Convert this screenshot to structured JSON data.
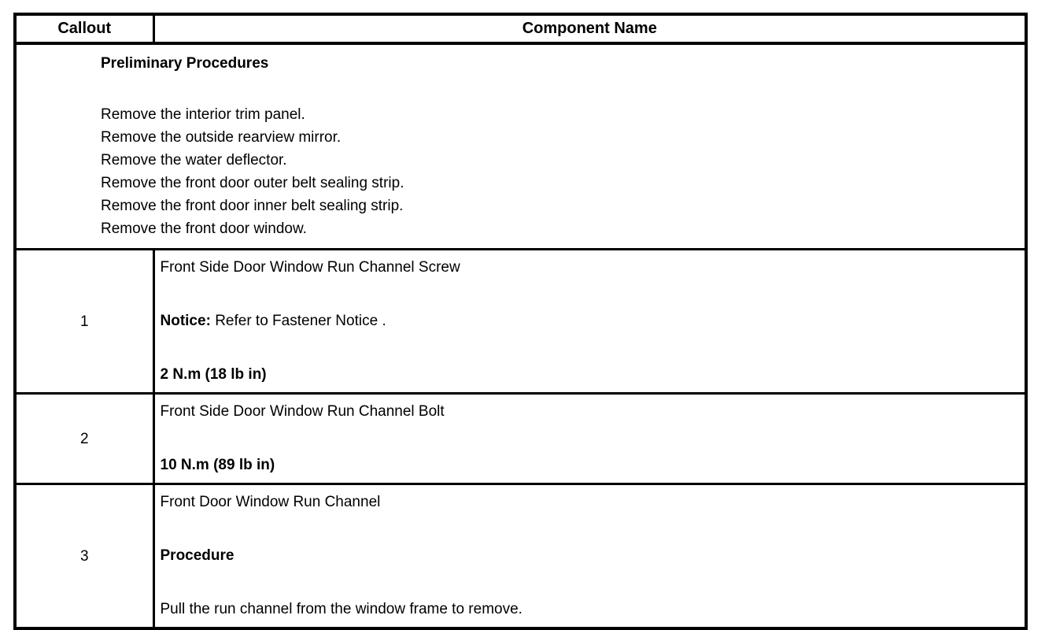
{
  "colors": {
    "border": "#000000",
    "text": "#000000",
    "background": "#ffffff"
  },
  "table": {
    "header": {
      "callout_label": "Callout",
      "component_label": "Component Name"
    },
    "preliminary": {
      "title": "Preliminary Procedures",
      "steps": [
        "Remove the interior trim panel.",
        "Remove the outside rearview mirror.",
        "Remove the water deflector.",
        "Remove the front door outer belt sealing strip.",
        "Remove the front door inner belt sealing strip.",
        "Remove the front door window."
      ]
    },
    "rows": [
      {
        "callout": "1",
        "component": "Front Side Door Window Run Channel Screw",
        "notice_label": "Notice:",
        "notice_text": "Refer to Fastener Notice .",
        "torque": "2 N.m (18 lb in)"
      },
      {
        "callout": "2",
        "component": "Front Side Door Window Run Channel Bolt",
        "torque": "10 N.m (89 lb in)"
      },
      {
        "callout": "3",
        "component": "Front Door Window Run Channel",
        "procedure_label": "Procedure",
        "procedure_text": "Pull the run channel from the window frame to remove."
      }
    ]
  }
}
